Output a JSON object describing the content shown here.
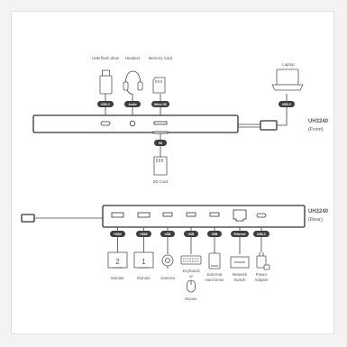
{
  "top": {
    "title": "UH3240",
    "subtitle": "(Front)",
    "devices": [
      "USB flash drive",
      "Headset",
      "Memory Card",
      "Laptop",
      "SD Card"
    ],
    "ports": [
      "USB-C",
      "Audio",
      "Micro SD",
      "USB-C",
      "SD"
    ]
  },
  "bottom": {
    "title": "UH3240",
    "subtitle": "(Rear)",
    "ports": [
      "HDMI",
      "HDMI",
      "USB",
      "USB",
      "USB",
      "Ethernet",
      "USB-C"
    ],
    "devices": [
      "Monitor",
      "Monitor",
      "Camera",
      "Keyboard",
      "External",
      "Network",
      "Power"
    ],
    "devices_line2": [
      "",
      "",
      "",
      "or",
      "Hard Drive",
      "Switch",
      "Adapter"
    ],
    "device_extra": "Mouse",
    "monitor_numbers": [
      "2",
      "1"
    ]
  },
  "colors": {
    "tag": "#3d3d3d",
    "body_stroke": "#333333",
    "text": "#555555",
    "background": "#ffffff"
  }
}
